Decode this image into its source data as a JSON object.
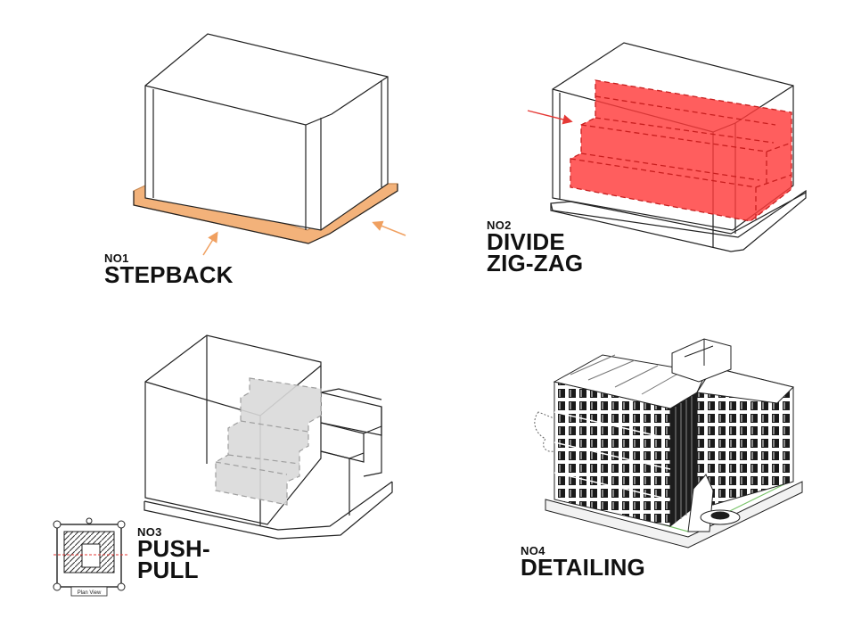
{
  "steps": [
    {
      "number": "NO1",
      "title_lines": [
        "STEPBACK"
      ]
    },
    {
      "number": "NO2",
      "title_lines": [
        "DIVIDE",
        "ZIG-ZAG"
      ]
    },
    {
      "number": "NO3",
      "title_lines": [
        "PUSH-",
        "PULL"
      ]
    },
    {
      "number": "NO4",
      "title_lines": [
        "DETAILING"
      ]
    }
  ],
  "minimap": {
    "caption": "Plan View"
  },
  "colors": {
    "stroke": "#222222",
    "stepback_band": "#f3b27a",
    "arrow_orange": "#f0a060",
    "zigzag_red": "#ff3b3b",
    "arrow_red": "#e53935",
    "pushpull_grey": "#d9d9d9",
    "site_green": "#7ac46a"
  }
}
